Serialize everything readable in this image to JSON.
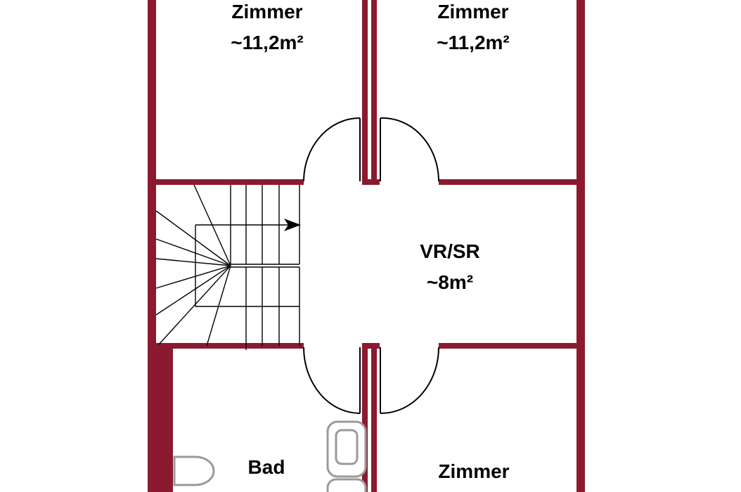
{
  "colors": {
    "wall": "#8b1a30",
    "background": "#ffffff",
    "fixture": "#9a9a9a",
    "line": "#000000"
  },
  "rooms": {
    "zimmer_top_left": {
      "name": "Zimmer",
      "area": "~11,2m²"
    },
    "zimmer_top_right": {
      "name": "Zimmer",
      "area": "~11,2m²"
    },
    "vr_sr": {
      "name": "VR/SR",
      "area": "~8m²"
    },
    "bad": {
      "name": "Bad",
      "area": "~"
    },
    "zimmer_bottom_right": {
      "name": "Zimmer"
    }
  },
  "stairs": {
    "direction_icon": "arrow-right-icon"
  },
  "icons": [
    "toilet-icon",
    "sink-icon",
    "door-swing-icon",
    "staircase-icon"
  ]
}
